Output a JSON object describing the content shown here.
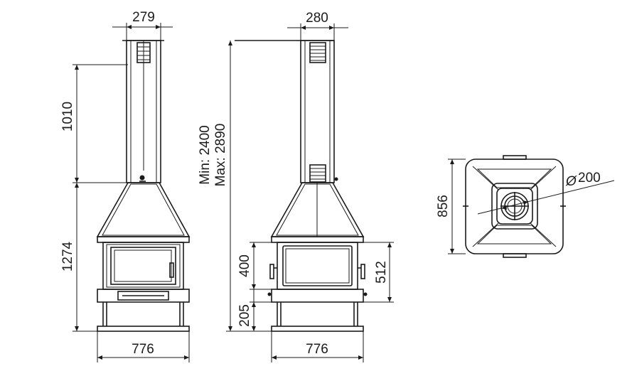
{
  "dimensions": {
    "front_flue_width": "279",
    "side_flue_width": "280",
    "flue_height": "1010",
    "body_height": "1274",
    "front_base_width": "776",
    "side_base_width": "776",
    "total_height": "Min: 2400\nMax: 2890",
    "total_height_min": "Min: 2400",
    "total_height_max": "Max: 2890",
    "window_height": "400",
    "base_height": "205",
    "side_body_height": "512",
    "top_view_depth": "856",
    "flue_diameter": "200",
    "diameter_symbol": "Ø"
  },
  "colors": {
    "line": "#1a1a1a",
    "background": "#ffffff"
  }
}
